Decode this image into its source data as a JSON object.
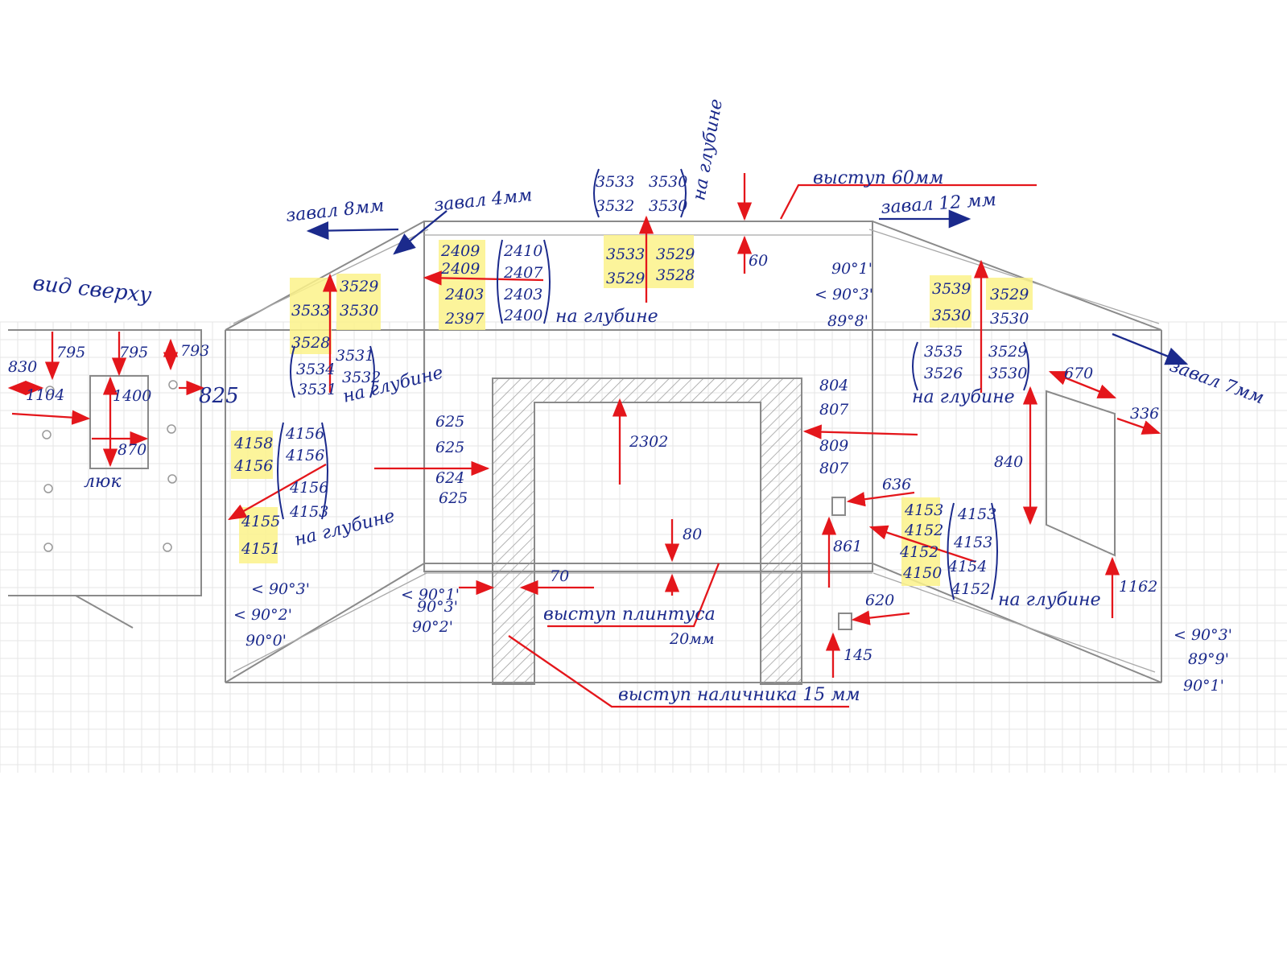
{
  "top_view": {
    "title": "вид сверху",
    "hatch_label": "люк",
    "dims": [
      "830",
      "795",
      "795",
      "793",
      "825",
      "1104",
      "1400",
      "870"
    ]
  },
  "left_wall": {
    "tilt": "завал 8мм",
    "ceiling_heights": [
      "3533",
      "3529",
      "3530",
      "3528"
    ],
    "ceiling_depth": [
      "3534",
      "3531",
      "3531",
      "3532"
    ],
    "depth_label": "на глубине",
    "lengths": [
      "4158",
      "4156",
      "4155",
      "4151"
    ],
    "lengths_depth": [
      "4156",
      "4156",
      "4156",
      "4153"
    ],
    "depth_label2": "на глубине",
    "angles": [
      "< 90°3'",
      "< 90°2'",
      "90°0'"
    ]
  },
  "back_wall": {
    "tilt": "завал 4мм",
    "widths": [
      "2409",
      "2409",
      "2403",
      "2397"
    ],
    "widths_depth": [
      "2410",
      "2407",
      "2403",
      "2400"
    ],
    "depth_label": "на глубине",
    "top_heights_paren": [
      "3533",
      "3530",
      "3532",
      "3530"
    ],
    "top_depth_label": "на глубине",
    "top_heights": [
      "3533",
      "3529",
      "3529",
      "3528"
    ],
    "ledge": "выступ 60мм",
    "ledge_value": "60",
    "door_left": [
      "625",
      "625",
      "624",
      "625"
    ],
    "door_height": "2302",
    "door_right": [
      "804",
      "807",
      "809",
      "807"
    ],
    "angles_right": [
      "90°1'",
      "< 90°3'",
      "89°8'"
    ],
    "baseboard_value": "80",
    "plinth_gap": "70",
    "angles_left": [
      "< 90°1'",
      "90°3'",
      "90°2'"
    ],
    "plinth_label": "выступ плинтуса",
    "plinth_size": "20мм",
    "jamb_label": "выступ наличника 15 мм"
  },
  "right_wall": {
    "tilt_top": "завал 12 мм",
    "tilt_side": "завал 7мм",
    "ceiling_heights": [
      "3539",
      "3529",
      "3530",
      "3530"
    ],
    "ceiling_depth": [
      "3535",
      "3529",
      "3526",
      "3530"
    ],
    "depth_label": "на глубине",
    "window_w": "670",
    "window_gap": "336",
    "window_h": "840",
    "window_sill": "1162",
    "socket_w": "636",
    "socket_h": "861",
    "switch_w": "620",
    "switch_h": "145",
    "lengths": [
      "4153",
      "4152",
      "4152",
      "4150"
    ],
    "lengths_depth": [
      "4153",
      "4153",
      "4154",
      "4152"
    ],
    "depth_label2": "на глубине",
    "angles": [
      "< 90°3'",
      "89°9'",
      "90°1'"
    ]
  }
}
